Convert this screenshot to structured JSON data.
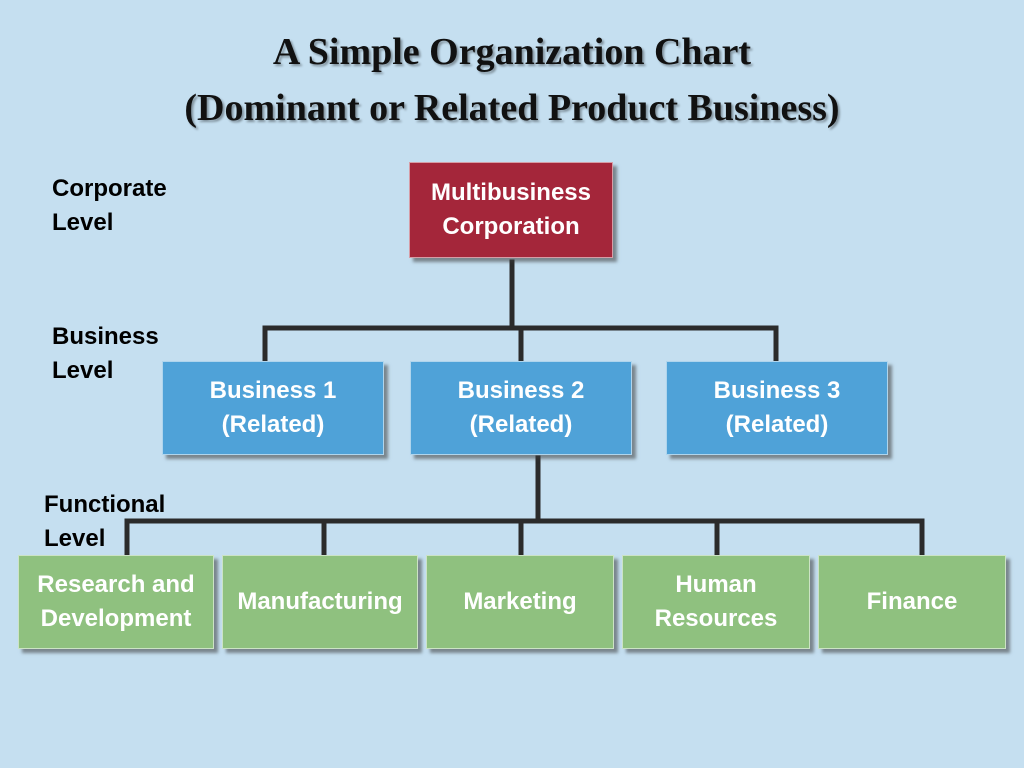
{
  "title": {
    "line1": "A Simple Organization Chart",
    "line2": "(Dominant or Related Product Business)"
  },
  "levels": {
    "corporate": [
      "Corporate",
      "Level"
    ],
    "business": [
      "Business",
      "Level"
    ],
    "functional": [
      "Functional",
      "Level"
    ]
  },
  "corporate_node": [
    "Multibusiness",
    "Corporation"
  ],
  "business_nodes": [
    [
      "Business 1",
      "(Related)"
    ],
    [
      "Business 2",
      "(Related)"
    ],
    [
      "Business 3",
      "(Related)"
    ]
  ],
  "functional_nodes": [
    [
      "Research and",
      "Development"
    ],
    [
      "Manufacturing"
    ],
    [
      "Marketing"
    ],
    [
      "Human",
      "Resources"
    ],
    [
      "Finance"
    ]
  ],
  "colors": {
    "background": "#c5dff0",
    "corporate": "#a4263a",
    "business": "#4fa2d8",
    "functional": "#8fc17f",
    "connector": "#2b2b2b"
  }
}
